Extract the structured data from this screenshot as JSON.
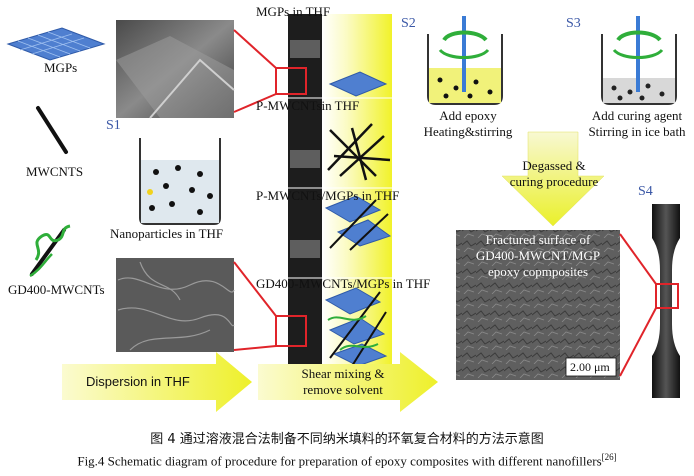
{
  "labels": {
    "mgps": "MGPs",
    "mwcnts": "MWCNTS",
    "gd400": "GD400-MWCNTs",
    "s1": "S1",
    "s2": "S2",
    "s3": "S3",
    "s4": "S4",
    "nanoparticles": "Nanoparticles in THF",
    "mgps_in_thf": "MGPs in THF",
    "pmwcnts_in_thf": "P-MWCNTsin THF",
    "pmwcnts_mgps": "P-MWCNTs/MGPs in THF",
    "gd400_mgps": "GD400-MWCNTs/MGPs in THF",
    "add_epoxy_1": "Add epoxy",
    "add_epoxy_2": "Heating&stirring",
    "add_curing_1": "Add curing agent",
    "add_curing_2": "Stirring in ice bath",
    "degassed_1": "Degassed &",
    "degassed_2": "curing procedure",
    "fractured_1": "Fractured surface of",
    "fractured_2": "GD400-MWCNT/MGP",
    "fractured_3": "epoxy copmposites",
    "scale": "2.00 μm",
    "dispersion": "Dispersion in THF",
    "shear_1": "Shear mixing &",
    "shear_2": "remove solvent"
  },
  "caption": {
    "cn": "图 4   通过溶液混合法制备不同纳米填料的环氧复合材料的方法示意图",
    "en": "Fig.4   Schematic diagram of procedure for preparation of epoxy composites with different nanofillers",
    "ref": "[26]"
  },
  "colors": {
    "yellow": "#f3f02a",
    "blue_sheet": "#4f7fd0",
    "green_tube": "#2fae3a",
    "label_blue": "#3a57a6",
    "red": "#e0242a"
  }
}
